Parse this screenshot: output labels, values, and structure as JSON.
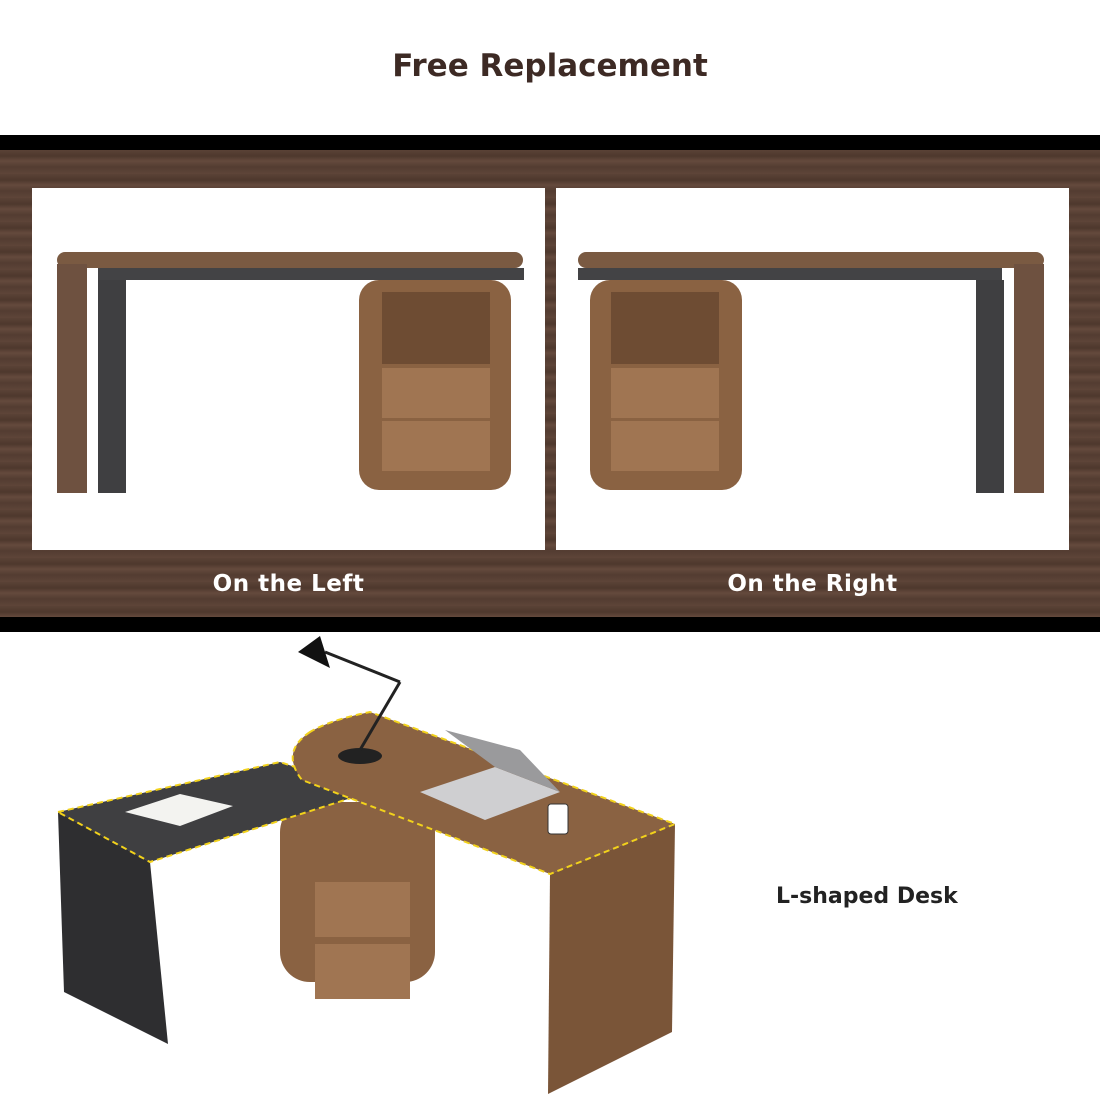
{
  "title": "Free Replacement",
  "options": [
    {
      "label": "On the Left"
    },
    {
      "label": "On the Right"
    }
  ],
  "bottom": {
    "label": "L-shaped Desk"
  },
  "colors": {
    "title": "#3d2a24",
    "wood": "#8a6242",
    "dark_top": "#3f3f41",
    "highlight": "#f2d21b"
  }
}
